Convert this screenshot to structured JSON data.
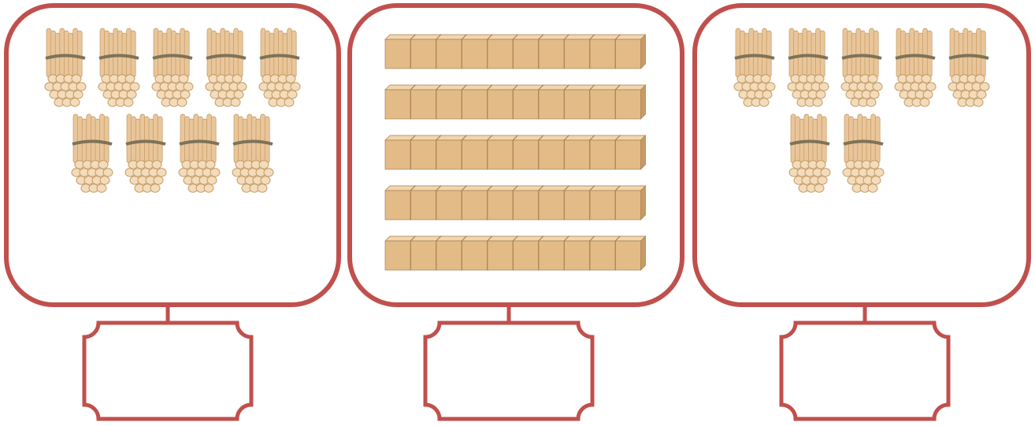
{
  "colors": {
    "frame": "#c0504d",
    "background": "#ffffff",
    "stick": "#e9c59a",
    "stick_edge": "#c59a63",
    "stick_end": "#f3dcbc",
    "band": "#7d7359",
    "cube_front": "#e3bb86",
    "cube_top": "#f1d5ad",
    "cube_side": "#c89a63",
    "cube_edge": "#a77f52"
  },
  "panels": [
    {
      "name": "tens-bundles-left",
      "content": "bundle-of-ten-sticks",
      "quantity": 9,
      "rows": [
        5,
        4
      ],
      "answer_box": ""
    },
    {
      "name": "unit-cubes-middle",
      "content": "unit-cube",
      "quantity": 50,
      "rows": [
        10,
        10,
        10,
        10,
        10
      ],
      "answer_box": ""
    },
    {
      "name": "tens-bundles-right",
      "content": "bundle-of-ten-sticks",
      "quantity": 7,
      "rows": [
        5,
        2
      ],
      "answer_box": ""
    }
  ]
}
